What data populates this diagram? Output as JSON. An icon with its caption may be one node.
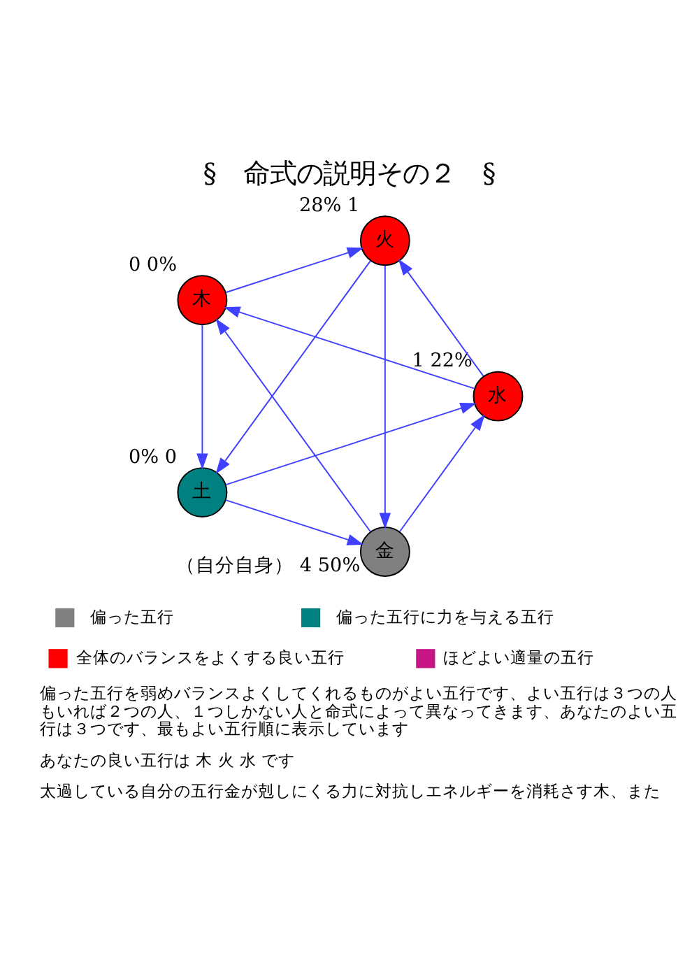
{
  "diagram": {
    "title": "§　命式の説明その２　§",
    "nodes": [
      {
        "text": [
          "金"
        ],
        "beside": [
          "（自分自身）",
          "4",
          "50%"
        ]
      },
      {
        "text": [
          "水"
        ],
        "beside": [
          "1",
          "22%"
        ]
      },
      {
        "text": [
          "木"
        ],
        "beside": [
          "0",
          "0%"
        ]
      },
      {
        "text": [
          "火"
        ],
        "beside": [
          "28%",
          "1"
        ]
      },
      {
        "text": [
          "土"
        ],
        "beside": [
          "0%",
          "0"
        ]
      }
    ],
    "edges": [
      {
        "from": 0,
        "to": 1,
        "arrow": "to"
      },
      {
        "from": 1,
        "to": 2,
        "arrow": "to"
      },
      {
        "from": 2,
        "to": 3,
        "arrow": "to"
      },
      {
        "from": 3,
        "to": 4,
        "arrow": "to"
      },
      {
        "from": 4,
        "to": 0,
        "arrow": "to"
      },
      {
        "from": 4,
        "to": 1,
        "arrow": "to"
      },
      {
        "from": 1,
        "to": 3,
        "arrow": "to"
      },
      {
        "from": 3,
        "to": 0,
        "arrow": "to"
      },
      {
        "from": 0,
        "to": 2,
        "arrow": "to"
      },
      {
        "from": 2,
        "to": 4,
        "arrow": "to"
      }
    ],
    "legend": [
      {
        "text": "偏った五行",
        "color": "#808080"
      },
      {
        "text": "偏った五行に力を与える五行",
        "color": "#008080"
      },
      {
        "text": "全体のバランスをよくする良い五行",
        "color": "#ff0000"
      },
      {
        "text": "ほどよい適量の五行",
        "color": "#c71585"
      }
    ],
    "labels": [
      "偏った五行を弱めバランスよくしてくれるものがよい五行です、よい五行は３つの人もいれば２つの人、１つしかない人と命式によって異なってきます、あなたのよい五行は３つです、最もよい五行順に表示しています",
      "あなたの良い五行は 木 火 水 です",
      "太過している自分の五行金が剋しにくる力に対抗しエネルギーを消耗さす木、また"
    ]
  }
}
